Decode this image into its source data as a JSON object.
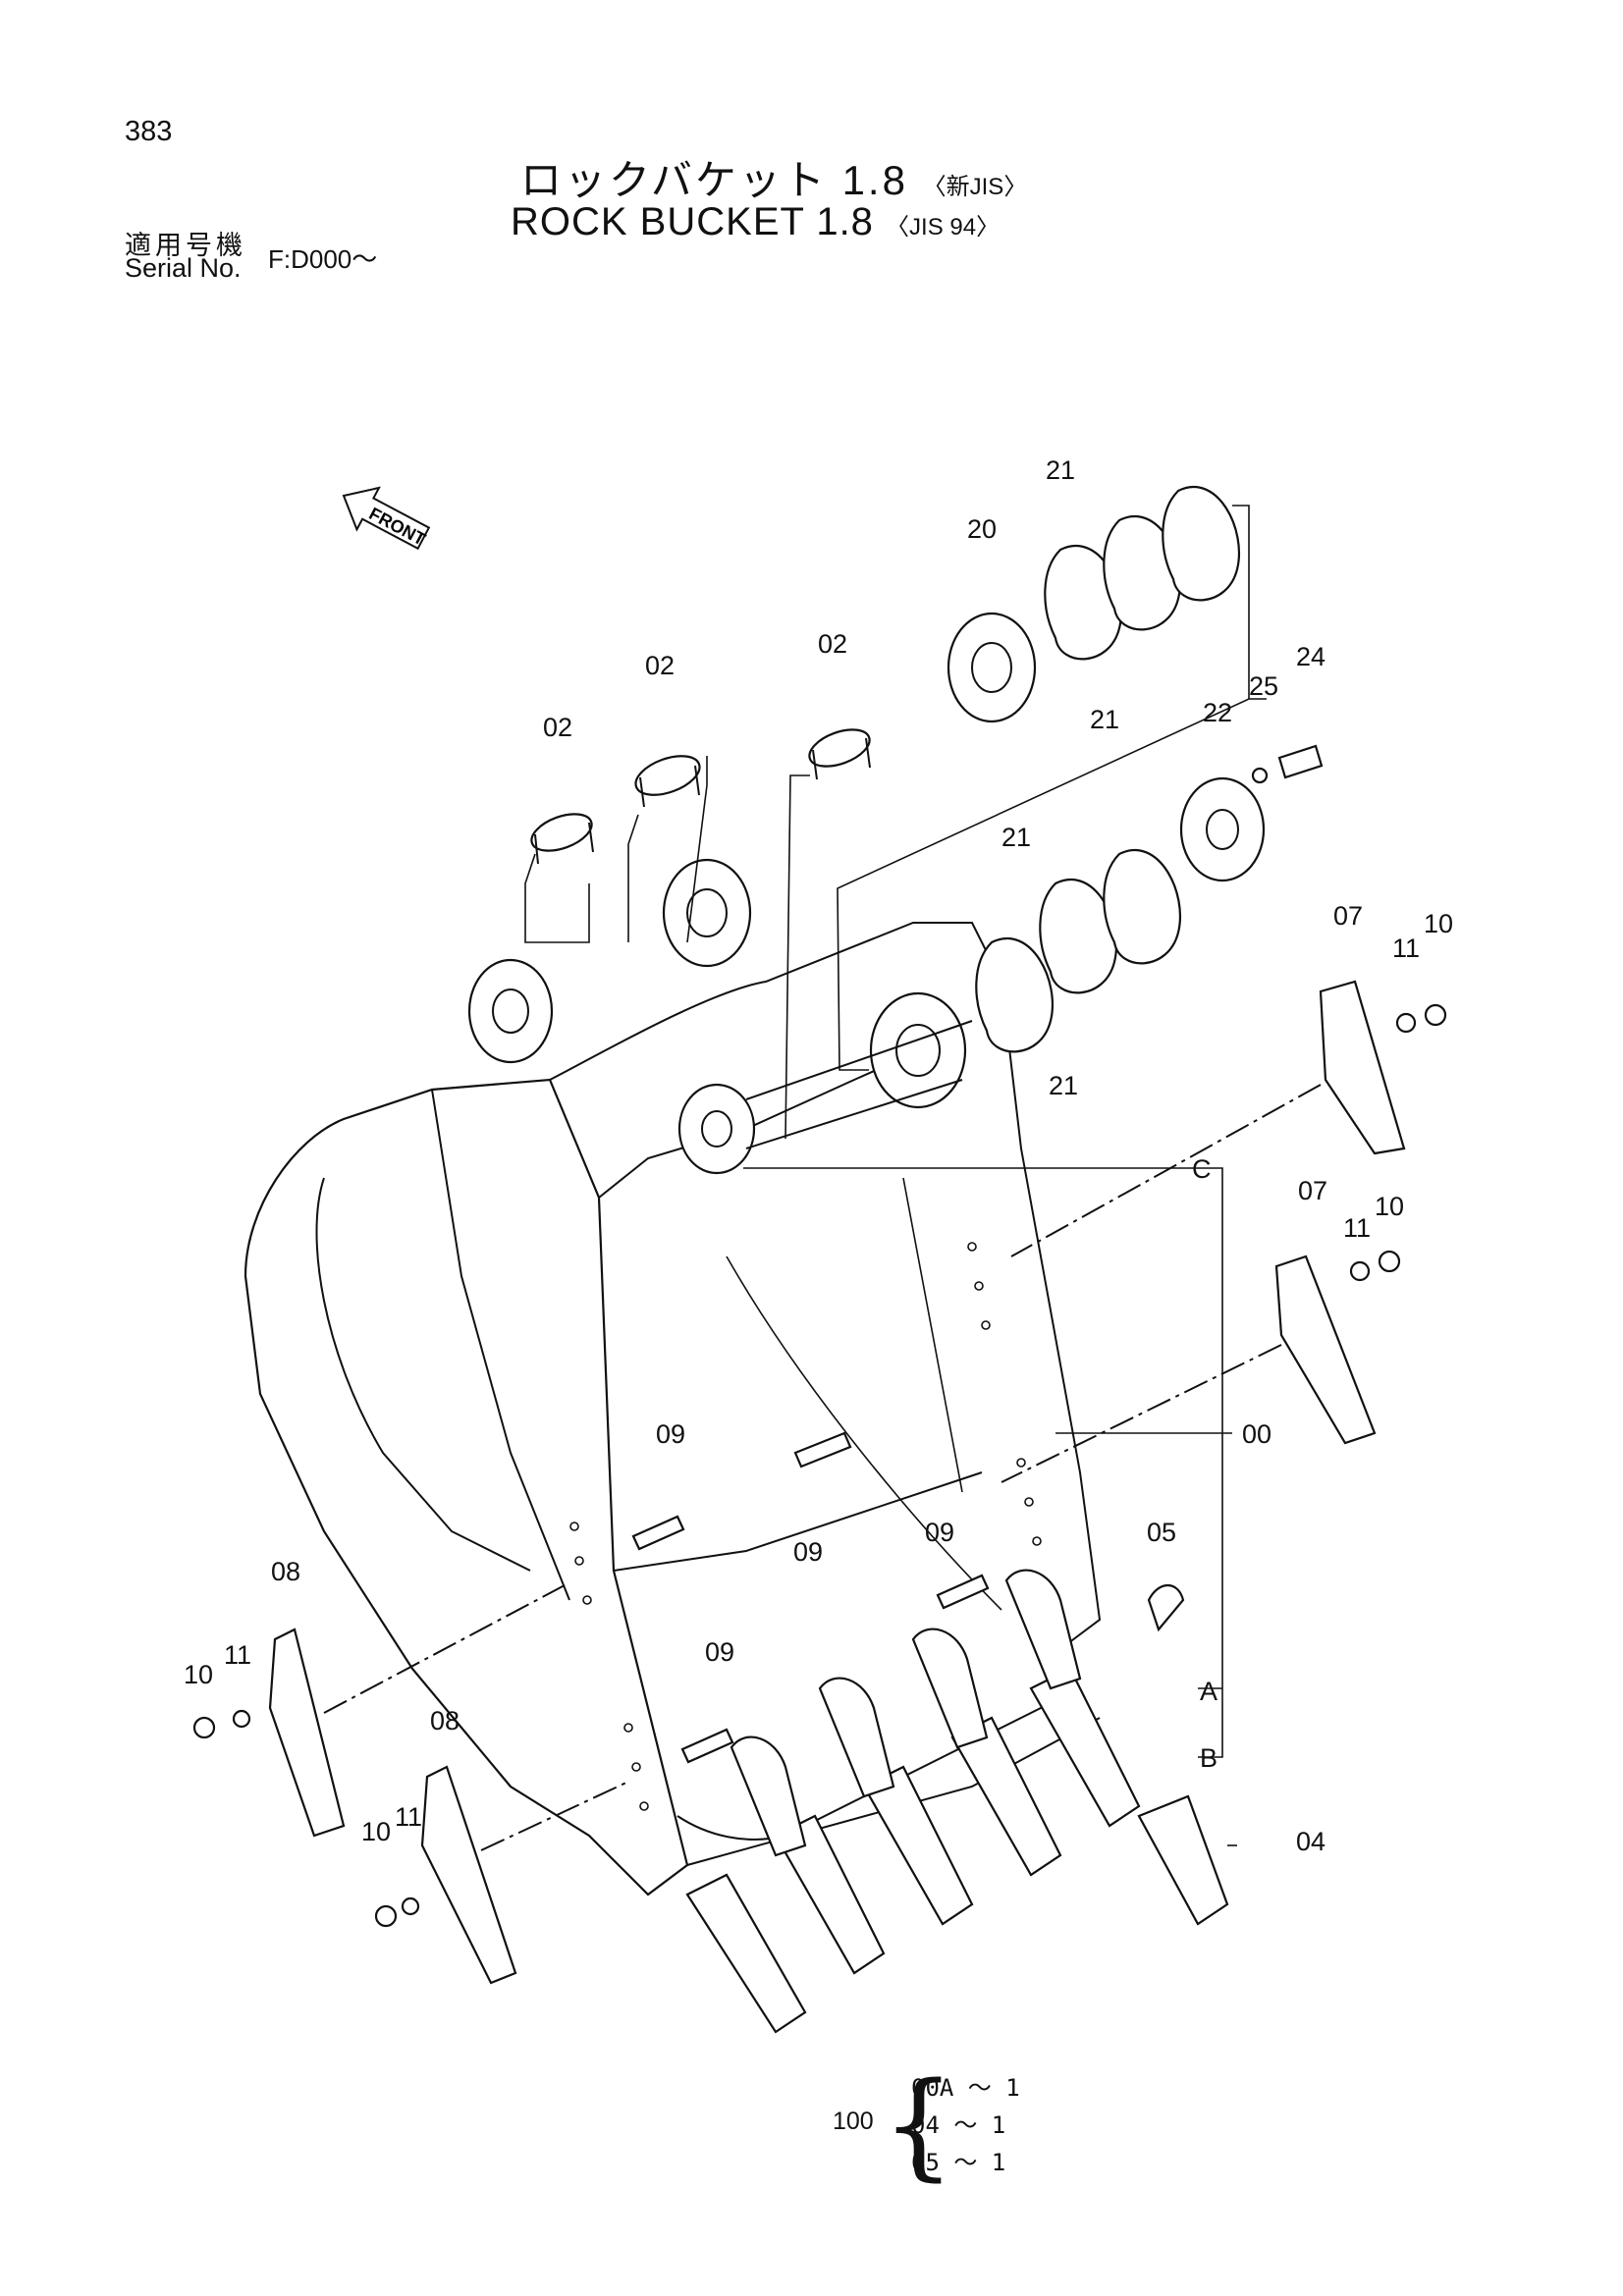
{
  "page_number": "383",
  "title_jp": "ロックバケット 1.8",
  "title_jp_suffix": "〈新JIS〉",
  "title_en": "ROCK BUCKET 1.8",
  "title_en_suffix": "〈JIS 94〉",
  "serial_label_jp": "適用号機",
  "serial_label_en": "Serial No.",
  "serial_value": "F:D000～",
  "front_label": "FRONT",
  "labels": {
    "p00": "00",
    "p02a": "02",
    "p02b": "02",
    "p02c": "02",
    "p04": "04",
    "p05": "05",
    "p07a": "07",
    "p07b": "07",
    "p08a": "08",
    "p08b": "08",
    "p09a": "09",
    "p09b": "09",
    "p09c": "09",
    "p09d": "09",
    "p10a": "10",
    "p10b": "10",
    "p10c": "10",
    "p10d": "10",
    "p11a": "11",
    "p11b": "11",
    "p11c": "11",
    "p11d": "11",
    "p20": "20",
    "p21a": "21",
    "p21b": "21",
    "p21c": "21",
    "p21d": "21",
    "p22": "22",
    "p24": "24",
    "p25": "25",
    "refA": "A",
    "refB": "B",
    "refC": "C"
  },
  "kit": {
    "number": "100",
    "rows": [
      "00A ～ 1",
      "04 ～ 1",
      "05 ～ 1"
    ]
  }
}
